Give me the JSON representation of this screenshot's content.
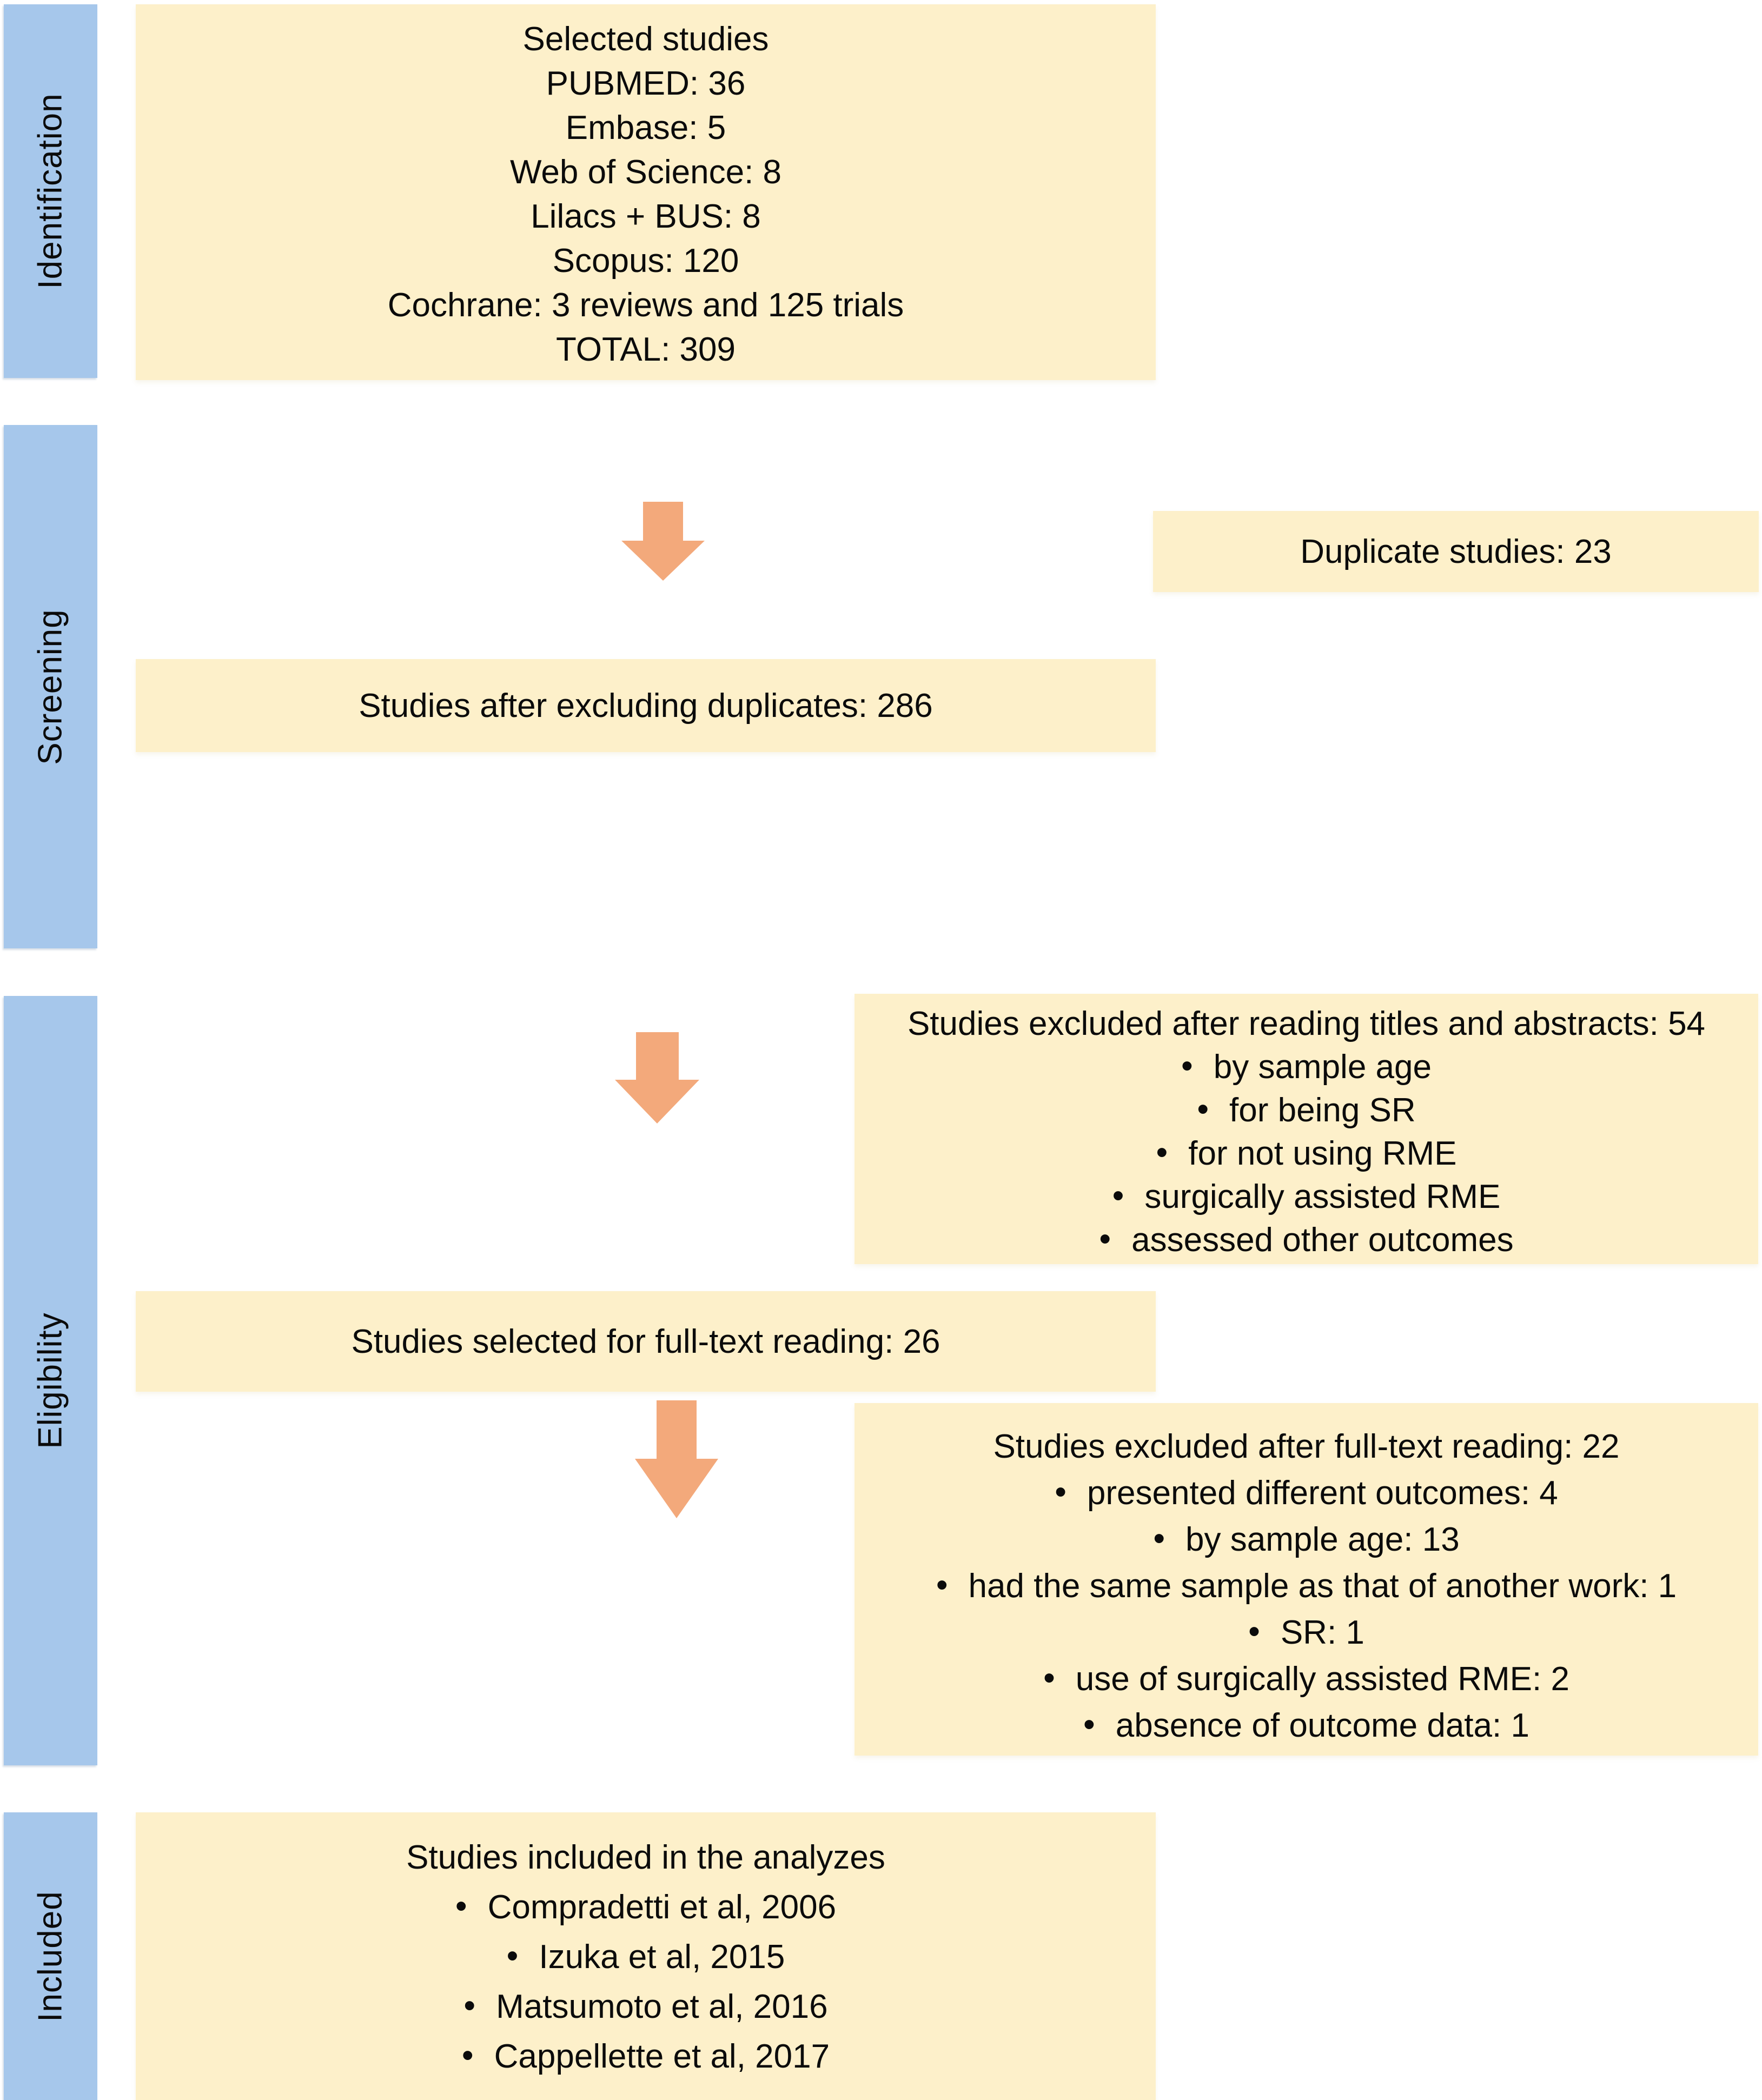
{
  "palette": {
    "bar_blue": "#A6C7EB",
    "box_cream": "#FDF0CA",
    "arrow_orange": "#F3A97B",
    "text": "#0B0B0B",
    "background": "#FFFFFF"
  },
  "sidebar": {
    "stages": [
      {
        "label": "Identification"
      },
      {
        "label": "Screening"
      },
      {
        "label": "Eligibility"
      },
      {
        "label": "Included"
      }
    ]
  },
  "boxes": {
    "selected_studies": {
      "lines": [
        "Selected studies",
        "PUBMED: 36",
        "Embase: 5",
        "Web of Science: 8",
        "Lilacs + BUS: 8",
        "Scopus: 120",
        "Cochrane: 3 reviews and 125 trials",
        "TOTAL: 309"
      ]
    },
    "duplicates": {
      "text": "Duplicate studies: 23"
    },
    "after_duplicates": {
      "text": "Studies after excluding duplicates: 286"
    },
    "title_abstract_exclusions": {
      "title": "Studies excluded after reading titles and abstracts: 54",
      "bullets": [
        "by sample age",
        "for being SR",
        "for not using RME",
        "surgically assisted RME",
        "assessed other outcomes"
      ]
    },
    "full_text_selected": {
      "text": "Studies selected for full-text reading: 26"
    },
    "full_text_exclusions": {
      "title": "Studies excluded after full-text reading: 22",
      "bullets": [
        "presented different outcomes: 4",
        "by sample age: 13",
        "had the same sample as that of another work: 1",
        "SR: 1",
        "use of surgically assisted RME: 2",
        "absence of outcome data: 1"
      ]
    },
    "included": {
      "title": "Studies included in the analyzes",
      "bullets": [
        "Compradetti et al, 2006",
        "Izuka et al, 2015",
        "Matsumoto et al, 2016",
        "Cappellette et al, 2017"
      ]
    }
  }
}
